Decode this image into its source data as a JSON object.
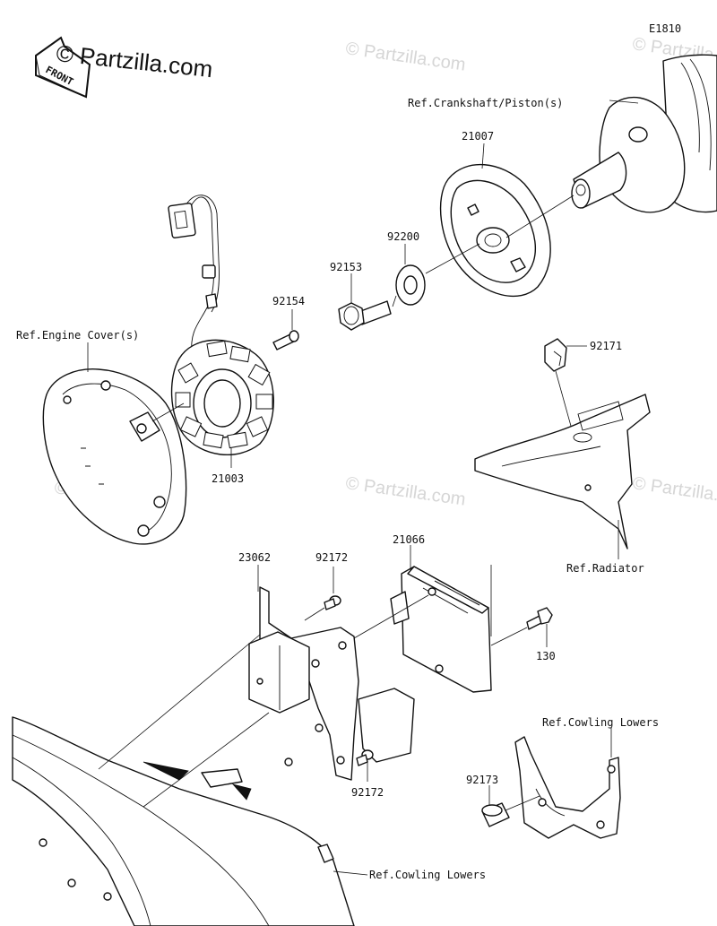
{
  "brand": {
    "logo": "© Partzilla.com",
    "watermark": "© Partzilla.com",
    "front_badge": "FRONT"
  },
  "diagram_code": "E1810",
  "labels": {
    "crankshaft": "Ref.Crankshaft/Piston(s)",
    "p21007": "21007",
    "p92200": "92200",
    "p92153": "92153",
    "p92154": "92154",
    "engine_cover": "Ref.Engine Cover(s)",
    "p21003": "21003",
    "p92171": "92171",
    "radiator": "Ref.Radiator",
    "p23062": "23062",
    "p92172_top": "92172",
    "p21066": "21066",
    "p130": "130",
    "cowling_lowers_right": "Ref.Cowling Lowers",
    "p92173": "92173",
    "p92172_bottom": "92172",
    "cowling_lowers_bottom": "Ref.Cowling Lowers"
  }
}
